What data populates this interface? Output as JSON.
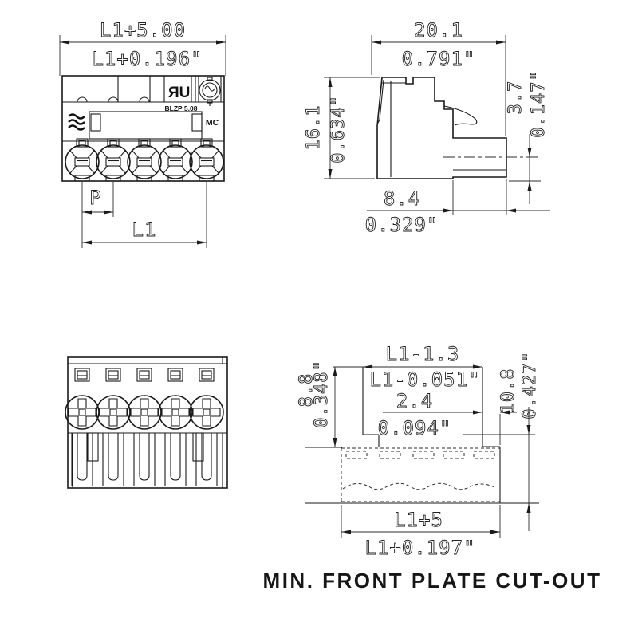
{
  "caption": "MIN. FRONT PLATE CUT-OUT",
  "colors": {
    "line": "#1a1a1a",
    "background": "#ffffff"
  },
  "front_view": {
    "dim_width_mm": "L1+5.00",
    "dim_width_in": "L1+0.196\"",
    "dim_pitch": "P",
    "dim_length": "L1",
    "marking_type": "BLZP 5.08",
    "marking_code": "MC",
    "logo_ul": "ЯU"
  },
  "side_view": {
    "dim_width_mm": "20.1",
    "dim_width_in": "0.791\"",
    "dim_height_mm": "16.1",
    "dim_height_in": "0.634\"",
    "dim_offset_mm": "3.7",
    "dim_offset_in": "0.147\"",
    "dim_depth_mm": "8.4",
    "dim_depth_in": "0.329\""
  },
  "cutout_view": {
    "dim_top_mm": "L1-1.3",
    "dim_top_in": "L1-0.051\"",
    "dim_step_mm": "2.4",
    "dim_step_in": "0.094\"",
    "dim_left_mm": "8.8",
    "dim_left_in": "0.348\"",
    "dim_right_mm": "10.8",
    "dim_right_in": "0.427\"",
    "dim_bottom_mm": "L1+5",
    "dim_bottom_in": "L1+0.197\""
  }
}
